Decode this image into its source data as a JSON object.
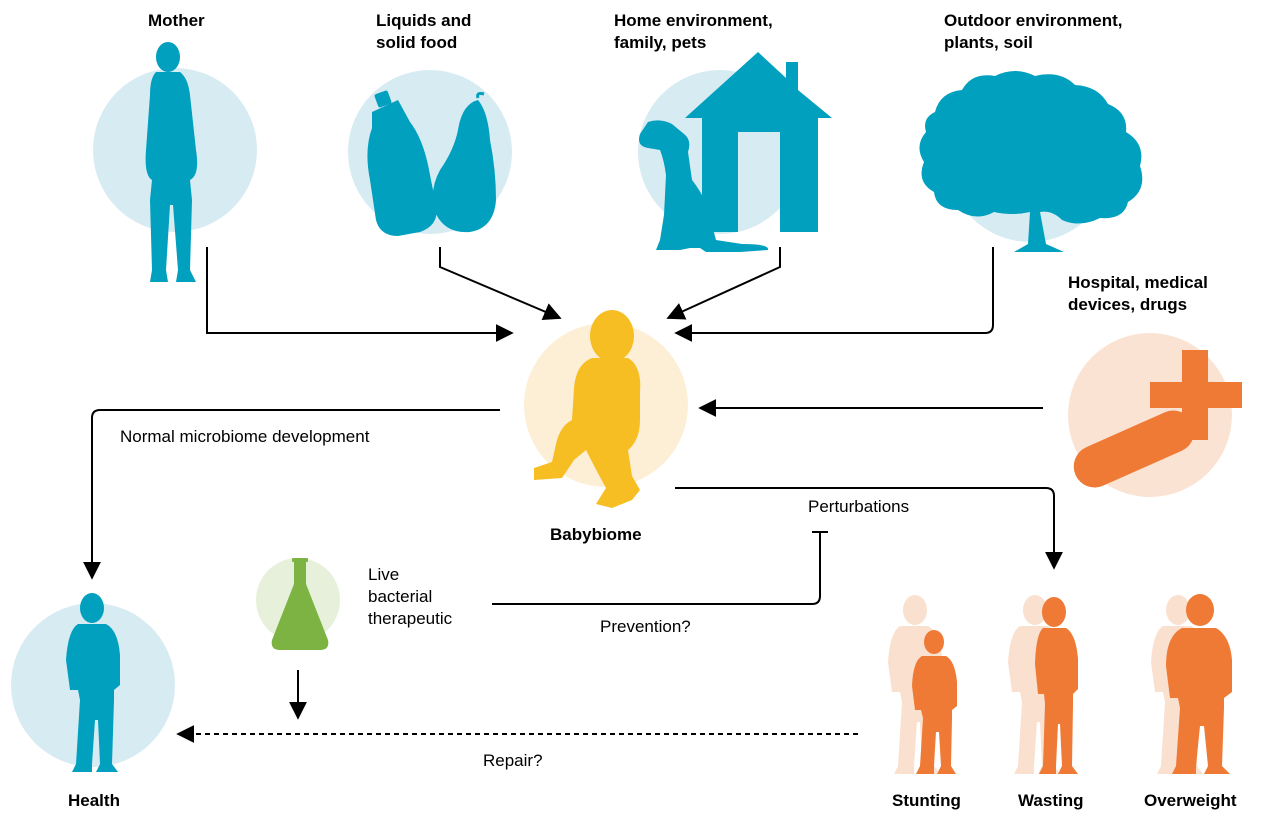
{
  "sources": {
    "mother": "Mother",
    "food": "Liquids and\nsolid food",
    "home": "Home environment,\nfamily, pets",
    "outdoor": "Outdoor environment,\nplants, soil",
    "hospital": "Hospital, medical\ndevices, drugs"
  },
  "center": {
    "label": "Babybiome"
  },
  "paths": {
    "normal": "Normal microbiome development",
    "perturbations": "Perturbations",
    "prevention": "Prevention?",
    "repair": "Repair?"
  },
  "therapeutic": {
    "label": "Live\nbacterial\ntherapeutic"
  },
  "outcomes": {
    "health": "Health",
    "stunting": "Stunting",
    "wasting": "Wasting",
    "overweight": "Overweight"
  },
  "colors": {
    "teal": "#00A0BE",
    "teal_light": "#D7EBF3",
    "yellow": "#F6BE23",
    "yellow_light": "#FDEFD6",
    "orange": "#EE7A36",
    "orange_light": "#FBE3D4",
    "orange_faded": "#FAE0CF",
    "green": "#7CB342",
    "green_light": "#E6F0DA"
  },
  "icons": [
    "woman-icon",
    "baby-bottle-icon",
    "pear-icon",
    "dog-icon",
    "house-icon",
    "tree-icon",
    "pill-icon",
    "medical-cross-icon",
    "baby-icon",
    "flask-icon",
    "child-icon"
  ]
}
